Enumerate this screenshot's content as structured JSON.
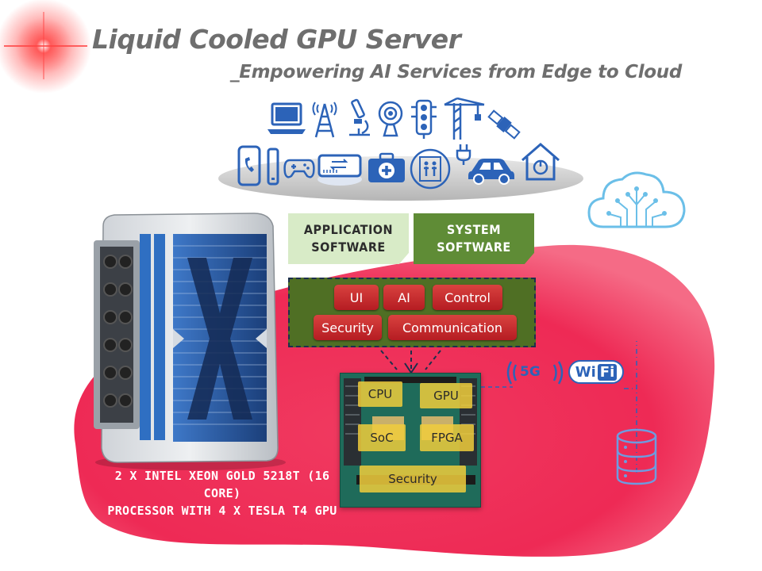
{
  "header": {
    "title": "Liquid Cooled GPU Server",
    "subtitle": "_Empowering AI Services from Edge to Cloud"
  },
  "devices": {
    "top_row": [
      "laptop-icon",
      "cell-tower-icon",
      "microscope-icon",
      "webcam-icon",
      "traffic-light-icon",
      "crane-icon",
      "satellite-icon"
    ],
    "bottom_row": [
      "smartphone-icon",
      "gamepad-icon",
      "network-switch-icon",
      "medical-kit-icon",
      "elevator-icon",
      "car-icon",
      "smart-home-icon"
    ]
  },
  "software": {
    "application": [
      "APPLICATION",
      "SOFTWARE"
    ],
    "system": [
      "SYSTEM",
      "SOFTWARE"
    ]
  },
  "modules": {
    "ui": "UI",
    "ai": "AI",
    "control": "Control",
    "security": "Security",
    "communication": "Communication"
  },
  "board": {
    "cpu": "CPU",
    "gpu": "GPU",
    "soc": "SoC",
    "fpga": "FPGA",
    "security": "Security"
  },
  "connectivity": {
    "five_g": "5G",
    "wifi_a": "Wi",
    "wifi_b": "Fi"
  },
  "server": {
    "caption_line1": "2 X INTEL XEON GOLD 5218T (16 CORE)",
    "caption_line2": "PROCESSOR WITH 4 X TESLA T4 GPU"
  },
  "colors": {
    "accent_red": "#ee2a55",
    "icon_blue": "#2c63b8",
    "app_green_light": "#d8ebc7",
    "sys_green_dark": "#5f8c36",
    "panel_green": "#4f6f24",
    "module_red": "#c0272d",
    "chip_yellow": "#f0cd3c"
  }
}
